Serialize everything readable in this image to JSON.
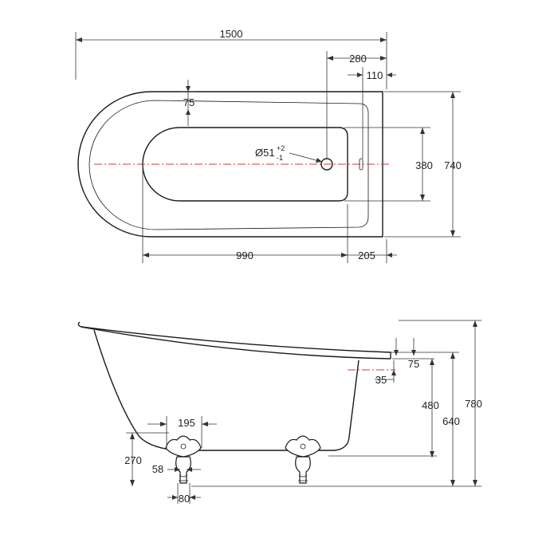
{
  "top_view": {
    "overall_length": "1500",
    "waste_offset": "280",
    "rim_offset": "110",
    "rim_width": "75",
    "waste_diameter": "Ø51",
    "waste_tol_plus": "+2",
    "waste_tol_minus": "-1",
    "inner_width": "380",
    "overall_width": "740",
    "inner_length": "990",
    "end_offset": "205"
  },
  "side_view": {
    "rim_thickness": "75",
    "overflow_drop": "35",
    "depth": "480",
    "inner_height": "640",
    "overall_height": "780",
    "foot_spacing": "195",
    "foot_height": "270",
    "foot_base_offset": "58",
    "foot_width": "80"
  },
  "colors": {
    "line": "#1a1a1a",
    "centerline": "#d23a3a"
  }
}
